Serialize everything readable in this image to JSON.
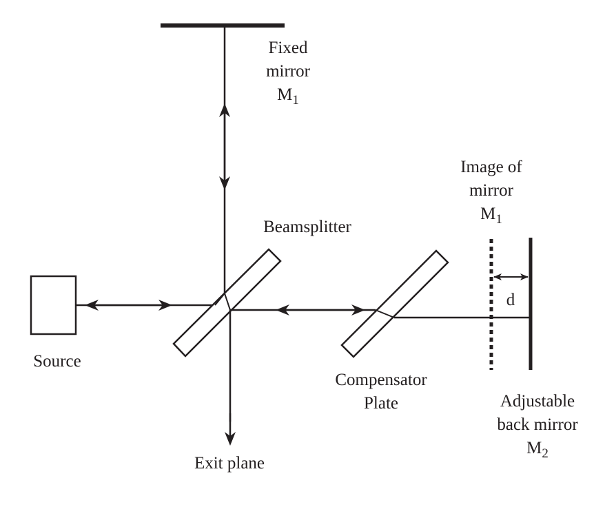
{
  "labels": {
    "fixed_mirror": {
      "line1": "Fixed",
      "line2": "mirror",
      "line3": "M",
      "line3_sub": "1"
    },
    "image_of_mirror": {
      "line1": "Image of",
      "line2": "mirror",
      "line3": "M",
      "line3_sub": "1"
    },
    "beamsplitter": "Beamsplitter",
    "source": "Source",
    "distance": "d",
    "compensator": {
      "line1": "Compensator",
      "line2": "Plate"
    },
    "adjustable_mirror": {
      "line1": "Adjustable",
      "line2": "back mirror",
      "line3": "M",
      "line3_sub": "2"
    },
    "exit_plane": "Exit plane"
  },
  "colors": {
    "ink": "#231f20",
    "background": "#ffffff"
  }
}
